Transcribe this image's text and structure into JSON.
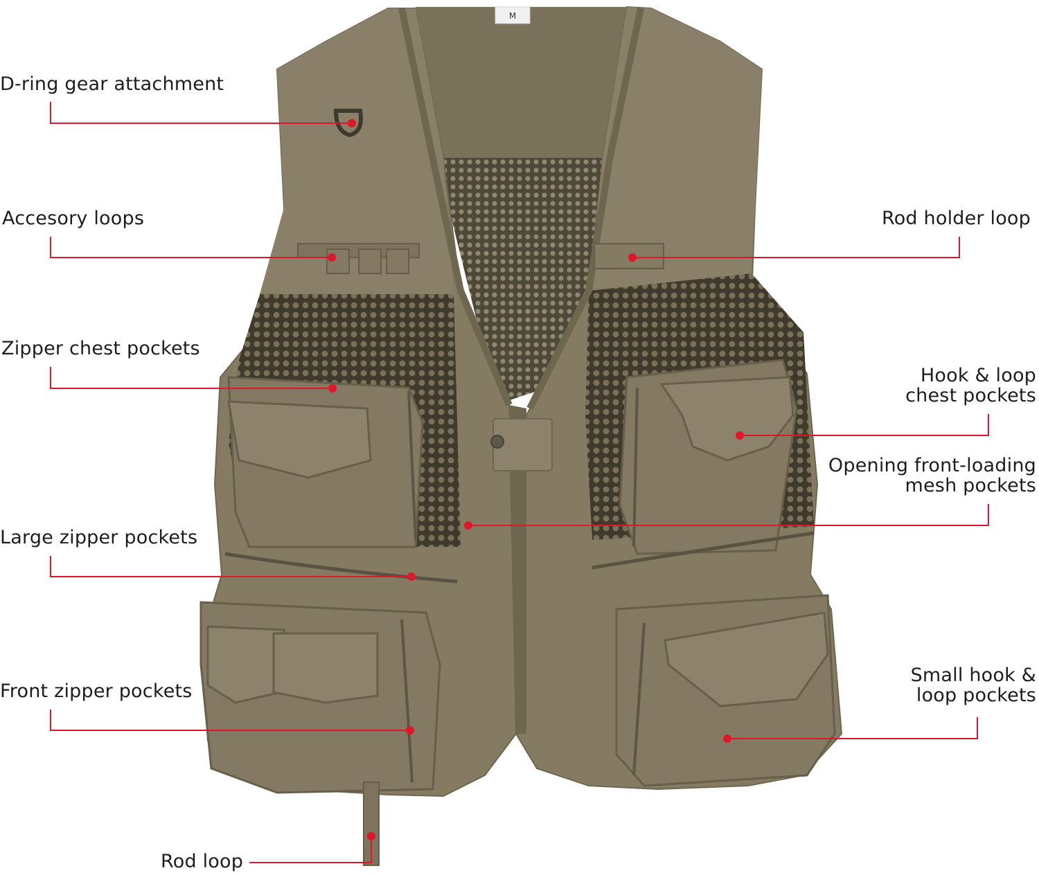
{
  "size_tag": "M",
  "labels": {
    "d_ring": "D-ring gear attachment",
    "accessory_loops": "Accesory loops",
    "zipper_chest": "Zipper chest pockets",
    "large_zipper": "Large zipper pockets",
    "front_zipper": "Front zipper pockets",
    "rod_loop": "Rod loop",
    "rod_holder": "Rod holder loop",
    "hook_loop_chest_1": "Hook & loop",
    "hook_loop_chest_2": "chest pockets",
    "mesh_1": "Opening front-loading",
    "mesh_2": "mesh pockets",
    "small_hook_1": "Small hook &",
    "small_hook_2": "loop pockets"
  },
  "colors": {
    "fabric": "#857b63",
    "fabric_dark": "#6f664f",
    "fabric_light": "#9a917a",
    "mesh": "#5d5643",
    "leader": "#e2162b",
    "text": "#1d1d1d"
  }
}
